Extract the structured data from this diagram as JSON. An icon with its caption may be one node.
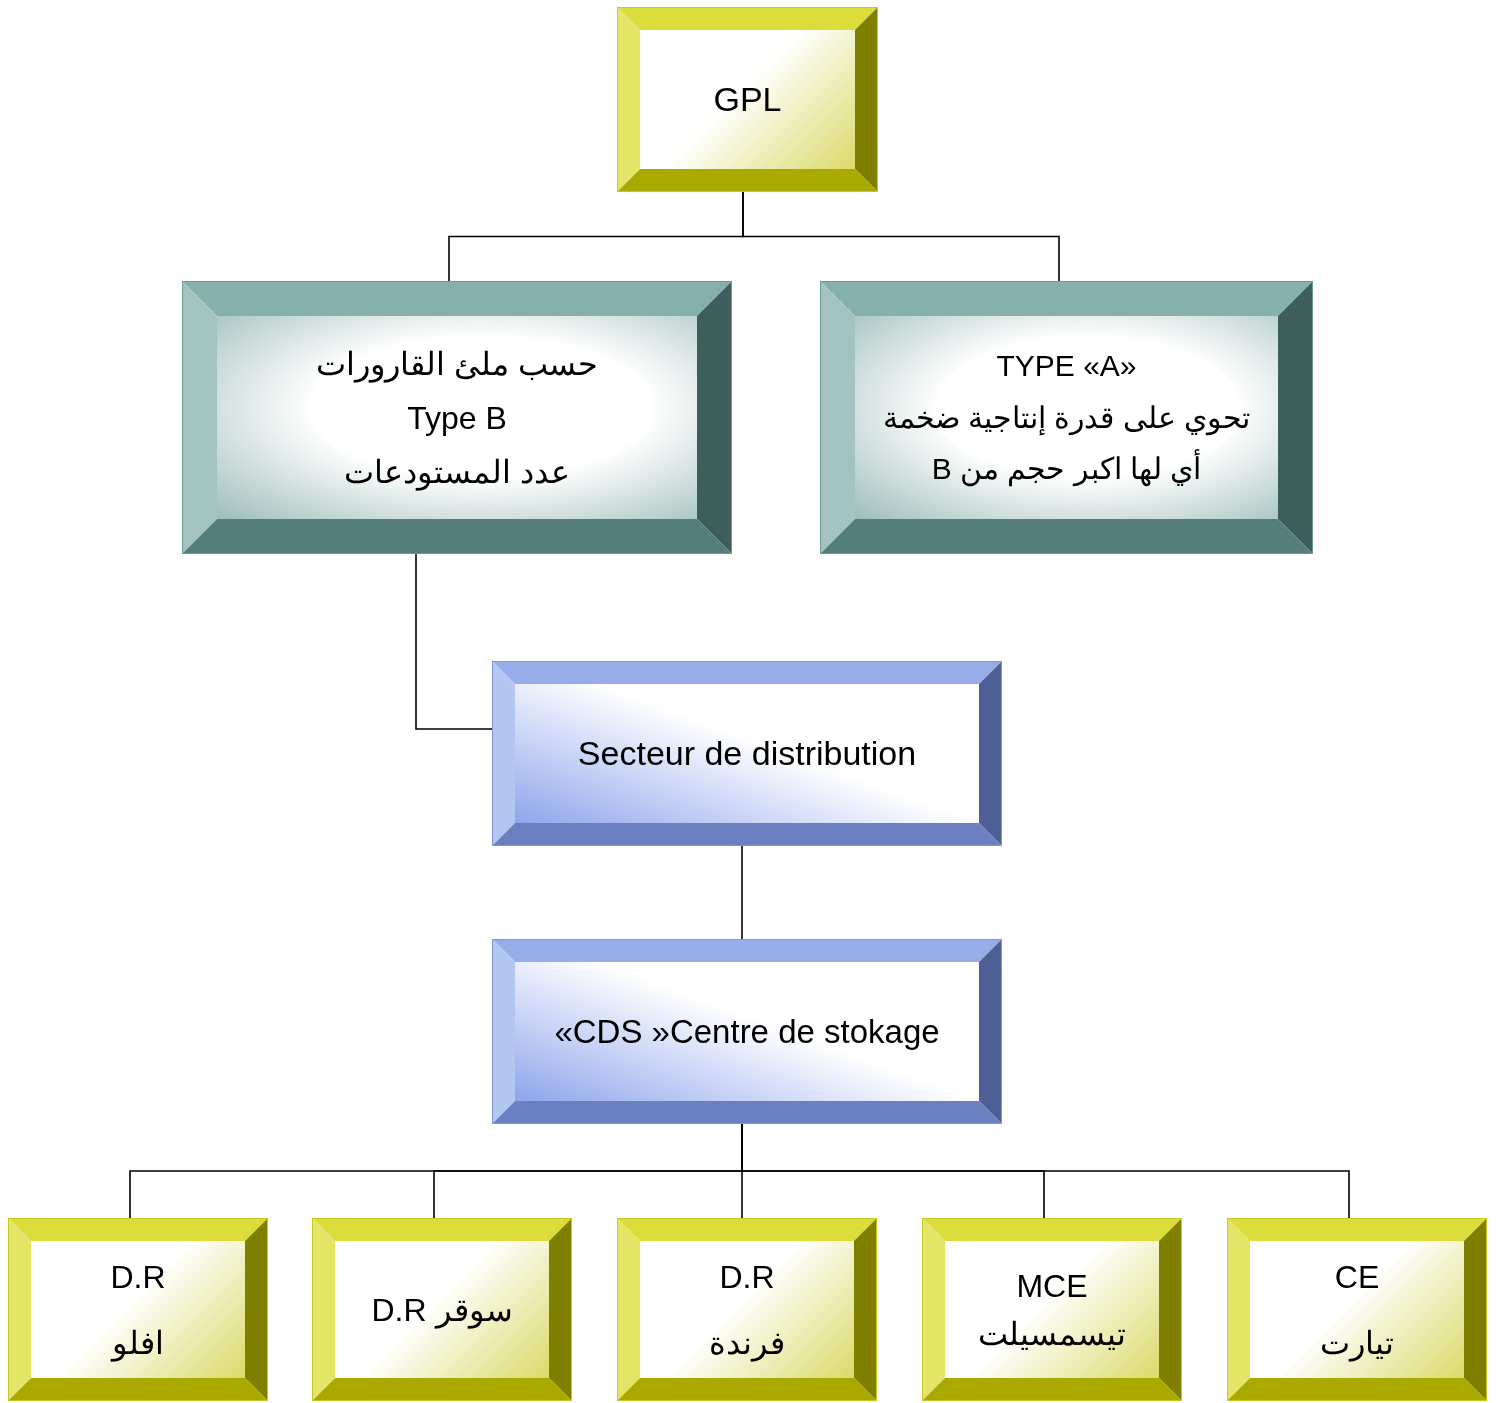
{
  "diagram": {
    "nodes": [
      {
        "text": [
          "GPL"
        ]
      },
      {
        "text": [
          "حسب ملئ القارورات",
          "Type B",
          "عدد المستودعات"
        ]
      },
      {
        "text": [
          "TYPE «A»",
          "تحوي على قدرة إنتاجية ضخمة",
          "أي لها اكبر حجم من B"
        ]
      },
      {
        "text": [
          "Secteur de distribution"
        ]
      },
      {
        "text": [
          "«CDS »Centre de stokage"
        ]
      },
      {
        "text": [
          "D.R",
          "افلو"
        ]
      },
      {
        "text": [
          "D.R سوقر"
        ]
      },
      {
        "text": [
          "D.R",
          "فرندة"
        ]
      },
      {
        "text": [
          "MCE",
          "تيسمسيلت"
        ]
      },
      {
        "text": [
          "CE",
          "تيارت"
        ]
      }
    ],
    "edges": [
      {
        "from": 0,
        "to": 1,
        "arrow": "none"
      },
      {
        "from": 0,
        "to": 2,
        "arrow": "none"
      },
      {
        "from": 1,
        "to": 3,
        "arrow": "none"
      },
      {
        "from": 3,
        "to": 4,
        "arrow": "none"
      },
      {
        "from": 4,
        "to": 5,
        "arrow": "none"
      },
      {
        "from": 4,
        "to": 6,
        "arrow": "none"
      },
      {
        "from": 4,
        "to": 7,
        "arrow": "none"
      },
      {
        "from": 4,
        "to": 8,
        "arrow": "none"
      },
      {
        "from": 4,
        "to": 9,
        "arrow": "none"
      }
    ]
  }
}
